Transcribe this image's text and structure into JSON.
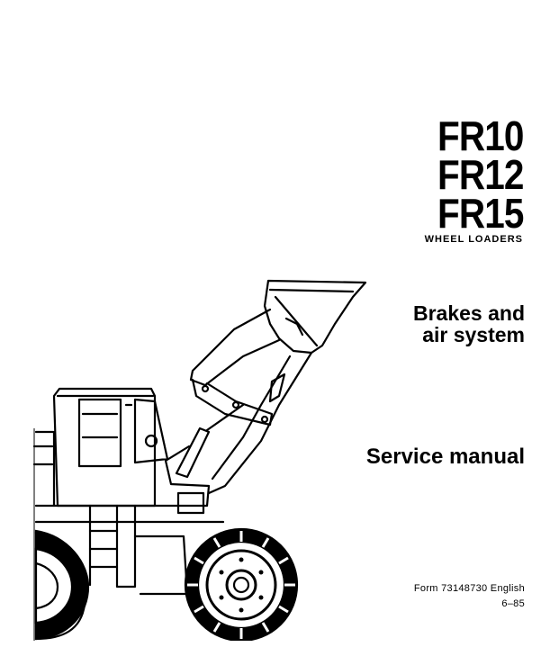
{
  "cover": {
    "models": [
      "FR10",
      "FR12",
      "FR15"
    ],
    "subtitle": "WHEEL LOADERS",
    "topic_line1": "Brakes and",
    "topic_line2": "air system",
    "doc_type": "Service manual",
    "form_line": "Form 73148730 English",
    "date": "6–85"
  },
  "illustration": {
    "icon": "wheel-loader-illustration",
    "ink_color": "#000000",
    "paper_color": "#ffffff"
  }
}
